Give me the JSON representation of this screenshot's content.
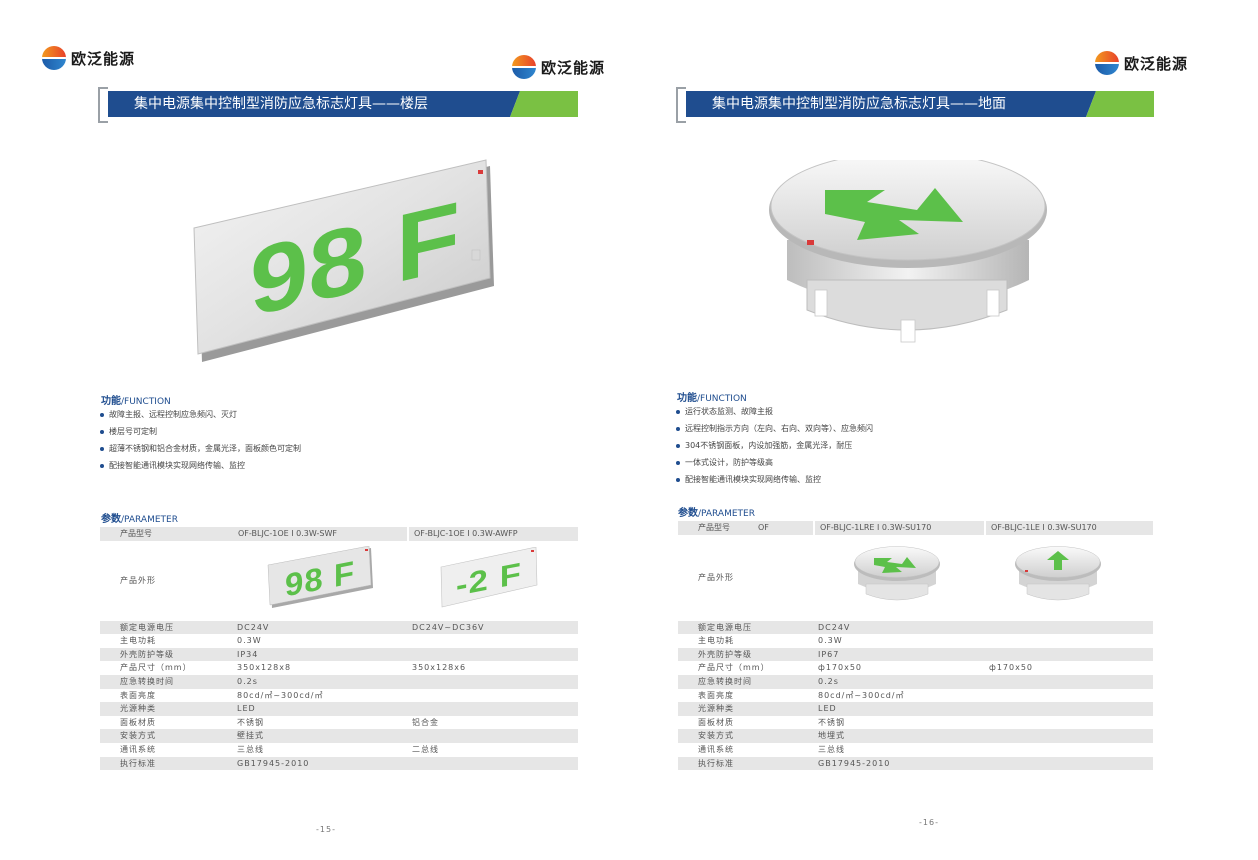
{
  "brand": {
    "name": "欧泛能源"
  },
  "left_page": {
    "title": "集中电源集中控制型消防应急标志灯具——楼层",
    "product_sign": {
      "text": "98 F"
    },
    "function": {
      "heading_cn": "功能",
      "heading_en": "/FUNCTION",
      "items": [
        "故障主报、远程控制应急频闪、灭灯",
        "楼层号可定制",
        "超薄不锈钢和铝合金材质，金属光泽，面板颜色可定制",
        "配接智能通讯模块实现网络传输、监控"
      ]
    },
    "parameter": {
      "heading_cn": "参数",
      "heading_en": "/PARAMETER",
      "model_label": "产品型号",
      "models": [
        "OF-BLJC-1OE I 0.3W-SWF",
        "OF-BLJC-1OE I 0.3W-AWFP"
      ],
      "appearance_label": "产品外形",
      "appearance_signs": [
        "98 F",
        "-2 F"
      ],
      "rows": [
        {
          "label": "额定电源电压",
          "v1": "DC24V",
          "v2": "DC24V~DC36V"
        },
        {
          "label": "主电功耗",
          "v1": "0.3W",
          "v2": ""
        },
        {
          "label": "外壳防护等级",
          "v1": "IP34",
          "v2": ""
        },
        {
          "label": "产品尺寸（mm）",
          "v1": "350x128x8",
          "v2": "350x128x6"
        },
        {
          "label": "应急转换时间",
          "v1": "0.2s",
          "v2": ""
        },
        {
          "label": "表面亮度",
          "v1": "80cd/㎡~300cd/㎡",
          "v2": ""
        },
        {
          "label": "光源种类",
          "v1": "LED",
          "v2": ""
        },
        {
          "label": "面板材质",
          "v1": "不锈钢",
          "v2": "铝合金"
        },
        {
          "label": "安装方式",
          "v1": "壁挂式",
          "v2": ""
        },
        {
          "label": "通讯系统",
          "v1": "三总线",
          "v2": "二总线"
        },
        {
          "label": "执行标准",
          "v1": "GB17945-2010",
          "v2": ""
        }
      ]
    },
    "page_number": "-15-"
  },
  "right_page": {
    "title": "集中电源集中控制型消防应急标志灯具——地面",
    "function": {
      "heading_cn": "功能",
      "heading_en": "/FUNCTION",
      "items": [
        "运行状态监测、故障主报",
        "远程控制指示方向（左向、右向、双向等）、应急频闪",
        "304不锈钢面板，内设加强筋，金属光泽，耐压",
        "一体式设计，防护等级高",
        "配接智能通讯模块实现网络传输、监控"
      ]
    },
    "parameter": {
      "heading_cn": "参数",
      "heading_en": "/PARAMETER",
      "model_label": "产品型号",
      "model_prefix": "OF",
      "models": [
        "OF-BLJC-1LRE I 0.3W-SU170",
        "OF-BLJC-1LE I 0.3W-SU170"
      ],
      "appearance_label": "产品外形",
      "rows": [
        {
          "label": "额定电源电压",
          "v1": "DC24V",
          "v2": ""
        },
        {
          "label": "主电功耗",
          "v1": "0.3W",
          "v2": ""
        },
        {
          "label": "外壳防护等级",
          "v1": "IP67",
          "v2": ""
        },
        {
          "label": "产品尺寸（mm）",
          "v1": "ф170x50",
          "v2": "ф170x50"
        },
        {
          "label": "应急转换时间",
          "v1": "0.2s",
          "v2": ""
        },
        {
          "label": "表面亮度",
          "v1": "80cd/㎡~300cd/㎡",
          "v2": ""
        },
        {
          "label": "光源种类",
          "v1": "LED",
          "v2": ""
        },
        {
          "label": "面板材质",
          "v1": "不锈钢",
          "v2": ""
        },
        {
          "label": "安装方式",
          "v1": "地埋式",
          "v2": ""
        },
        {
          "label": "通讯系统",
          "v1": "三总线",
          "v2": ""
        },
        {
          "label": "执行标准",
          "v1": "GB17945-2010",
          "v2": ""
        }
      ]
    },
    "page_number": "-16-"
  },
  "colors": {
    "title_blue": "#1f4d8f",
    "accent_green": "#7ac143",
    "sign_green": "#5cc04a",
    "table_shade": "#e6e6e6"
  }
}
